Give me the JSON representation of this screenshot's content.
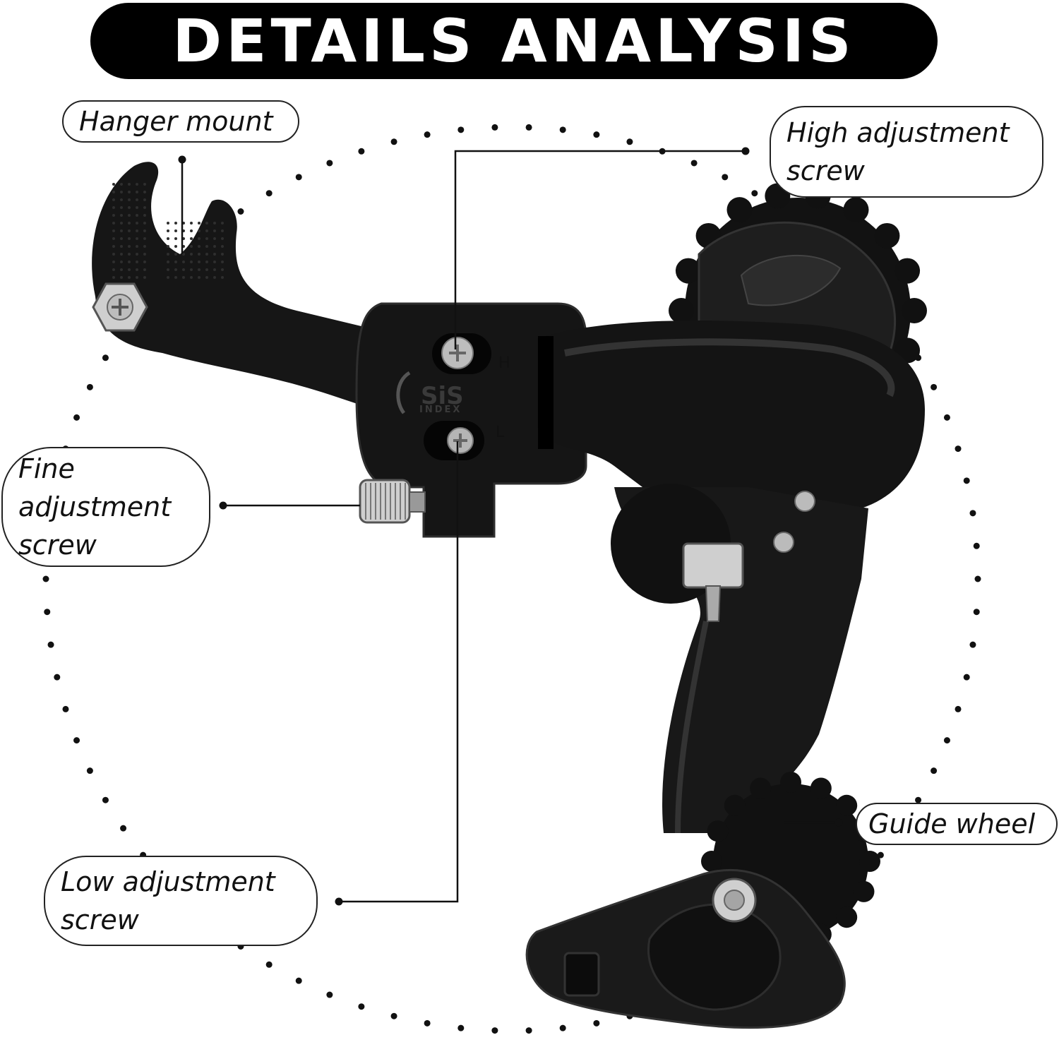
{
  "title": "DETAILS ANALYSIS",
  "labels": {
    "hanger_mount": "Hanger mount",
    "high_adjustment": "High adjustment\nscrew",
    "fine_adjustment": "Fine\nadjustment\nscrew",
    "low_adjustment": "Low adjustment\nscrew",
    "guide_wheel": "Guide wheel"
  },
  "markings": {
    "brand_top": "SiS",
    "brand_bottom": "INDEX",
    "high_letter": "H",
    "low_letter": "L"
  },
  "colors": {
    "background": "#ffffff",
    "ink": "#000000",
    "part_body": "#161616",
    "part_highlight": "#3a3a3a",
    "metal": "#c8c8c8"
  }
}
